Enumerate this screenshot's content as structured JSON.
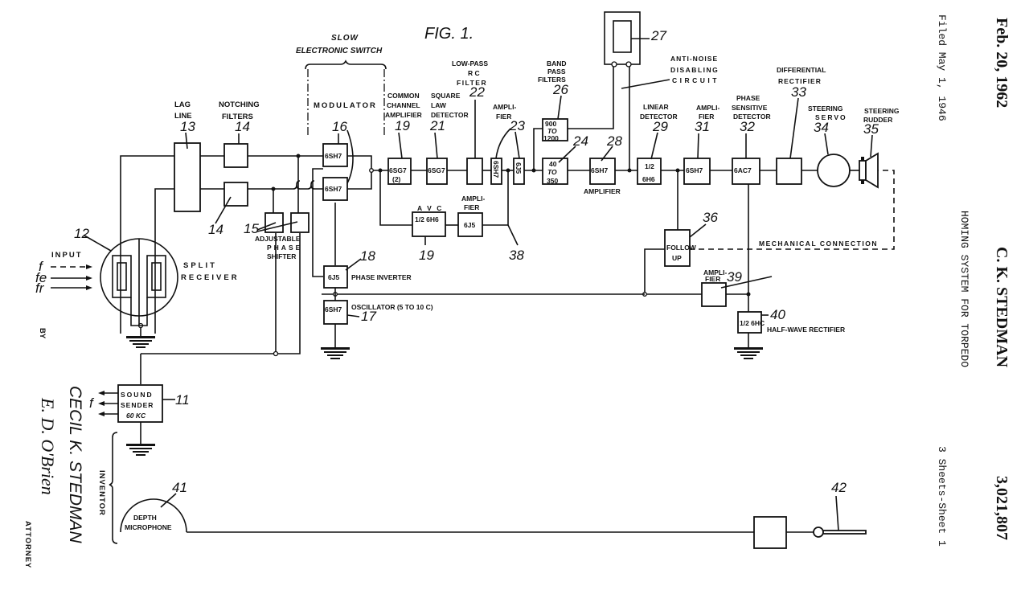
{
  "header": {
    "date": "Feb. 20, 1962",
    "filed": "Filed May 1, 1946",
    "inventor_header": "C. K. STEDMAN",
    "title": "HOMING SYSTEM FOR TORPEDO",
    "patent_number": "3,021,807",
    "sheets": "3 Sheets-Sheet 1"
  },
  "figure": {
    "label": "FIG. 1.",
    "slow_switch": [
      "SLOW",
      "ELECTRONIC SWITCH"
    ]
  },
  "blocks": {
    "lag_line": {
      "label": [
        "LAG",
        "LINE"
      ],
      "ref": "13"
    },
    "notching_filters": {
      "label": [
        "NOTCHING",
        "FILTERS"
      ],
      "ref": "14",
      "ref2": "14"
    },
    "phase_shifter": {
      "label": [
        "ADJUSTABLE",
        "PHASE",
        "SHIFTER"
      ],
      "ref": "15"
    },
    "modulator": {
      "label": "MODULATOR",
      "ref": "16",
      "tube1": "6SH7",
      "tube2": "6SH7"
    },
    "common_channel_amp": {
      "label": [
        "COMMON",
        "CHANNEL",
        "AMPLIFIER"
      ],
      "ref": "19",
      "tube": [
        "6SG7",
        "(2)"
      ]
    },
    "square_law_detector": {
      "label": [
        "SQUARE",
        "LAW",
        "DETECTOR"
      ],
      "ref": "21",
      "tube": "6SG7"
    },
    "low_pass_filter": {
      "label": [
        "LOW-PASS",
        "R C",
        "FILTER"
      ],
      "ref": "22"
    },
    "amplifier_23": {
      "label": [
        "AMPLI-",
        "FIER"
      ],
      "ref": "23",
      "tube1": "6SH7",
      "tube2": "6J5"
    },
    "band_pass_filters": {
      "label": [
        "BAND",
        "PASS",
        "FILTERS"
      ],
      "ref": "26",
      "range_high": [
        "900",
        "TO",
        "1200"
      ],
      "range_low": [
        "40",
        "TO",
        "350"
      ],
      "ref_low": "24"
    },
    "anti_noise": {
      "label": [
        "ANTI-NOISE",
        "DISABLING",
        "CIRCUIT"
      ],
      "ref": "27"
    },
    "amplifier_28": {
      "label": "AMPLIFIER",
      "ref": "28",
      "tube": "6SH7"
    },
    "linear_detector": {
      "label": [
        "LINEAR",
        "DETECTOR"
      ],
      "ref": "29",
      "tube": [
        "1/2",
        "6H6"
      ]
    },
    "amplifier_31": {
      "label": [
        "AMPLI-",
        "FIER"
      ],
      "ref": "31",
      "tube": "6SH7"
    },
    "phase_sensitive_detector": {
      "label": [
        "PHASE",
        "SENSITIVE",
        "DETECTOR"
      ],
      "ref": "32",
      "tube": "6AC7"
    },
    "differential_rectifier": {
      "label": [
        "DIFFERENTIAL",
        "RECTIFIER"
      ],
      "ref": "33"
    },
    "steering_servo": {
      "label": [
        "STEERING",
        "SERVO"
      ],
      "ref": "34"
    },
    "steering_rudder": {
      "label": [
        "STEERING",
        "RUDDER"
      ],
      "ref": "35"
    },
    "follow_up": {
      "label": [
        "FOLLOW",
        "UP"
      ],
      "ref": "36"
    },
    "mechanical_connection": "MECHANICAL CONNECTION",
    "avc": {
      "label": "A V C",
      "ref": "19",
      "tube": "1/2 6H6"
    },
    "avc_amplifier": {
      "label": [
        "AMPLI-",
        "FIER"
      ],
      "tube": "6J5",
      "ref": "38"
    },
    "phase_inverter": {
      "label": "PHASE INVERTER",
      "ref": "18",
      "tube": "6J5"
    },
    "oscillator": {
      "label": "OSCILLATOR (5 TO 10 C)",
      "ref": "17",
      "tube": "6SH7"
    },
    "amplifier_39": {
      "label": [
        "AMPLI-",
        "FIER"
      ],
      "ref": "39"
    },
    "half_wave_rectifier": {
      "label": "HALF-WAVE RECTIFIER",
      "ref": "40",
      "tube": "1/2 6HC"
    },
    "split_receiver": {
      "label": [
        "SPLIT",
        "RECEIVER"
      ],
      "ref": "12"
    },
    "input": {
      "label": "INPUT",
      "signals": [
        "f",
        "fe",
        "fr"
      ]
    },
    "sound_sender": {
      "label": [
        "SOUND",
        "SENDER",
        "60 KC"
      ],
      "ref": "11",
      "output": "f"
    },
    "depth_microphone": {
      "label": [
        "DEPTH",
        "MICROPHONE"
      ],
      "ref": "41"
    },
    "depth_element": {
      "ref": "42"
    }
  },
  "signature": {
    "by": "BY",
    "inventor_name": "CECIL K. STEDMAN",
    "inventor_role": "INVENTOR",
    "attorney_signature": "E. D. O'Brien",
    "attorney_role": "ATTORNEY"
  }
}
